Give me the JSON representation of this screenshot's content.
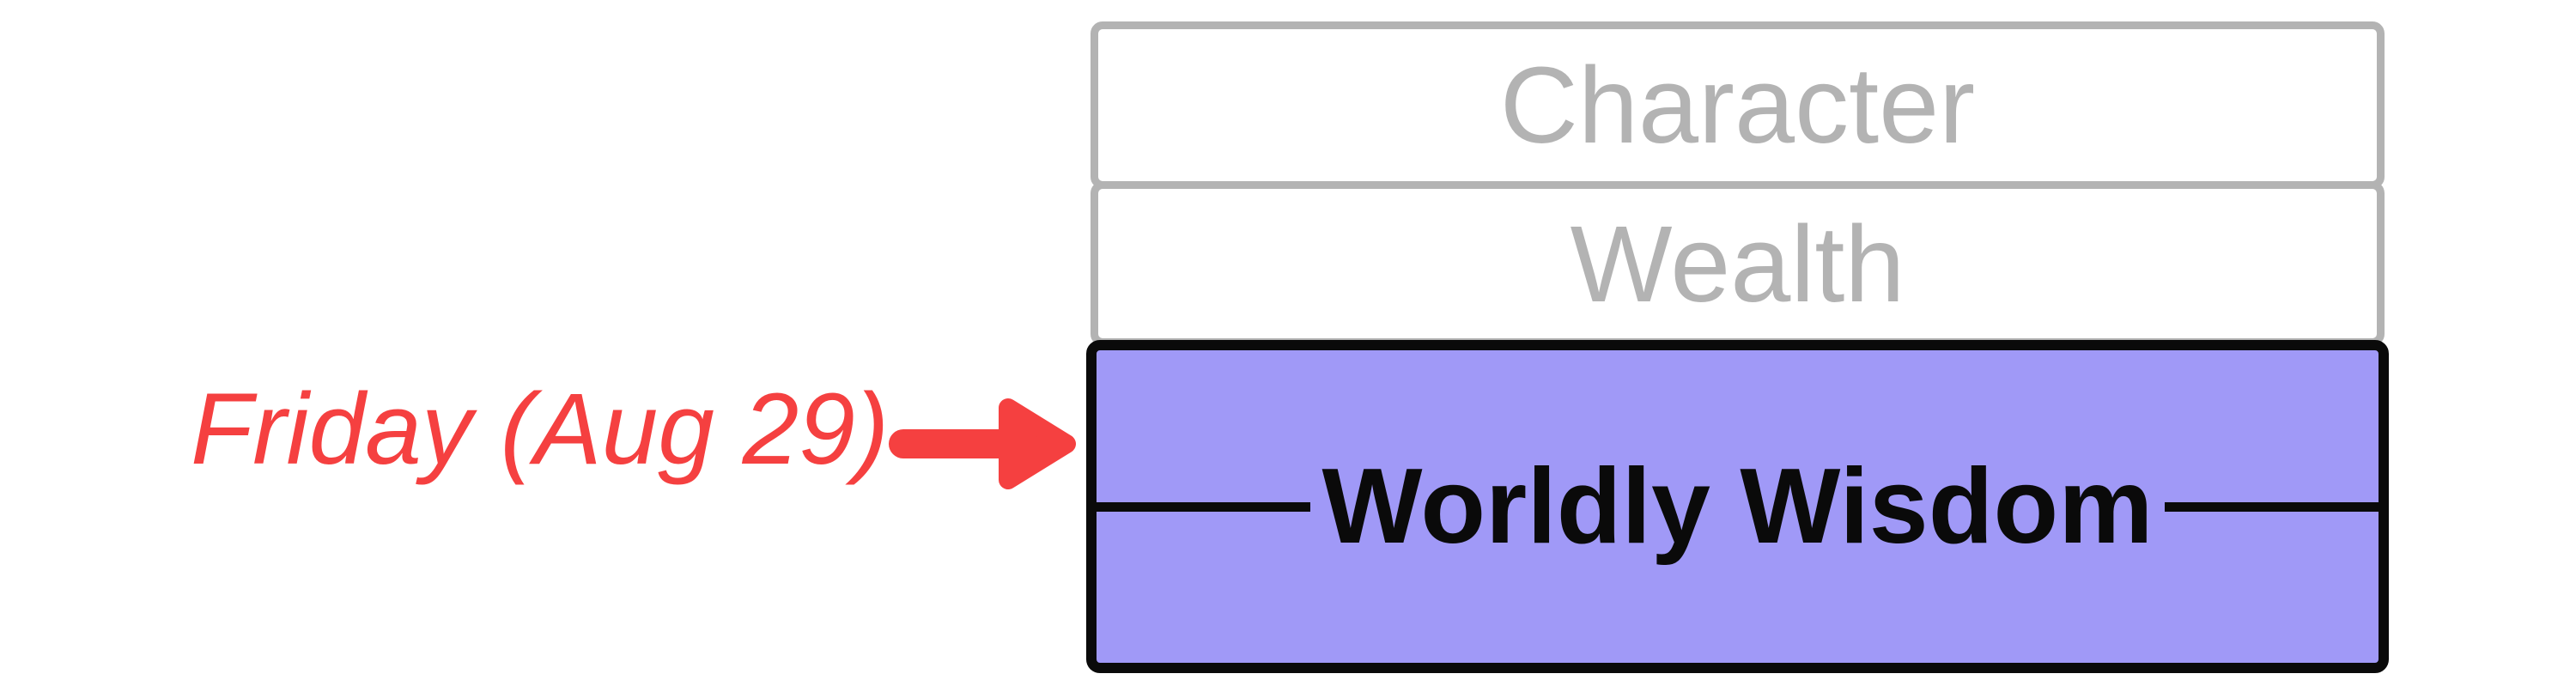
{
  "diagram": {
    "rows": [
      {
        "label": "Character",
        "highlighted": false
      },
      {
        "label": "Wealth",
        "highlighted": false
      },
      {
        "label": "Worldly Wisdom",
        "highlighted": true
      }
    ],
    "annotation": {
      "label": "Friday (Aug 29)",
      "icon": "arrow-right-icon"
    },
    "colors": {
      "highlight_fill": "#a099f7",
      "highlight_border": "#0a0a0a",
      "inactive_gray": "#b3b3b3",
      "annotation_red": "#f54040"
    }
  }
}
